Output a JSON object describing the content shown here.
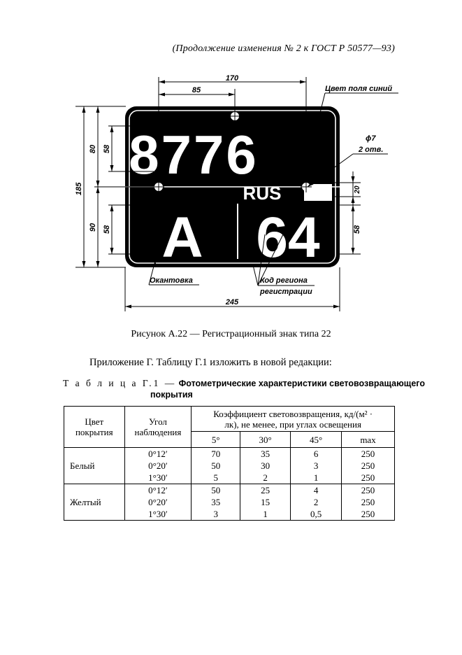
{
  "header": "(Продолжение изменения № 2 к  ГОСТ Р  50577—93)",
  "figure": {
    "plate": {
      "top_number": "8776",
      "letter": "A",
      "region_code": "64",
      "country": "RUS"
    },
    "dimensions": {
      "d170": "170",
      "d85": "85",
      "d185": "185",
      "d80": "80",
      "d58a": "58",
      "d90": "90",
      "d58b": "58",
      "d20": "20",
      "d58c": "58",
      "d245": "245",
      "hole_diameter": "ϕ7",
      "hole_count": "2 отв."
    },
    "callouts": {
      "field_color": "Цвет поля синий",
      "border": "Окантовка",
      "region_code_line1": "Код региона",
      "region_code_line2": "регистрации"
    },
    "caption": "Рисунок А.22 — Регистрационный знак типа 22"
  },
  "appendix_line": "Приложение Г. Таблицу Г.1 изложить в новой редакции:",
  "table": {
    "title_prefix": "Т а б л и ц а  Г.1 —",
    "title_line1": "Фотометрические характеристики световозвращающего",
    "title_line2": "покрытия",
    "header_color": "Цвет покрытия",
    "header_angle": "Угол наблюдения",
    "header_coef": "Коэффициент световозвращения, кд/(м² · лк), не менее, при углах освещения",
    "angle_cols": [
      "5°",
      "30°",
      "45°",
      "max"
    ],
    "rows": [
      {
        "color": "Белый",
        "angles": [
          "0°12′",
          "0°20′",
          "1°30′"
        ],
        "v5": [
          "70",
          "50",
          "5"
        ],
        "v30": [
          "35",
          "30",
          "2"
        ],
        "v45": [
          "6",
          "3",
          "1"
        ],
        "vmax": [
          "250",
          "250",
          "250"
        ]
      },
      {
        "color": "Желтый",
        "angles": [
          "0°12′",
          "0°20′",
          "1°30′"
        ],
        "v5": [
          "50",
          "35",
          "3"
        ],
        "v30": [
          "25",
          "15",
          "1"
        ],
        "v45": [
          "4",
          "2",
          "0,5"
        ],
        "vmax": [
          "250",
          "250",
          "250"
        ]
      }
    ]
  }
}
